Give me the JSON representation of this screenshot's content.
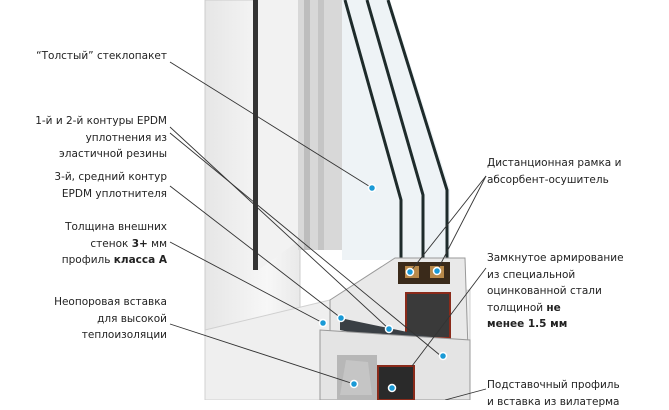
{
  "labels_left": [
    {
      "lines": [
        "“Толстый” стеклопакет"
      ]
    },
    {
      "lines": [
        "1-й и 2-й контуры EPDM",
        "уплотнения из",
        "эластичной резины"
      ]
    },
    {
      "lines": [
        "3-й, средний контур",
        "EPDM уплотнителя"
      ]
    },
    {
      "lines": [
        "Толщина внешних",
        "стенок ",
        "3+",
        " мм",
        "профиль ",
        "класса А"
      ]
    },
    {
      "lines": [
        "Неопоровая вставка",
        "для высокой",
        "теплоизоляции"
      ]
    }
  ],
  "labels_right": [
    {
      "lines": [
        "Дистанционная рамка и",
        "абсорбент-осушитель"
      ]
    },
    {
      "lines": [
        "Замкнутое армирование",
        "из специальной",
        "оцинкованной стали",
        "толщиной ",
        "не",
        "менее 1.5 мм"
      ]
    },
    {
      "lines": [
        "Подставочный профиль",
        "и вставка из вилатерма"
      ]
    }
  ],
  "colors": {
    "marker": "#1a9ad6",
    "leader": "#333333",
    "steel": "#8a2a1a"
  }
}
